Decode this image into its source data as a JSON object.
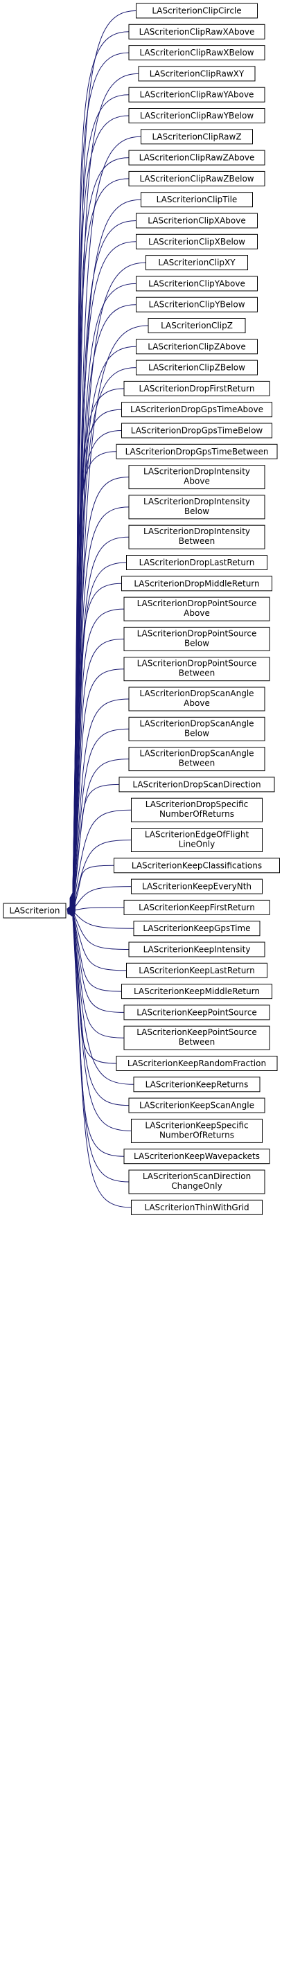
{
  "root": {
    "label": [
      "LAScriterion"
    ]
  },
  "colors": {
    "edge": "#191970",
    "box_border": "#000000",
    "background": "#ffffff"
  },
  "children": [
    {
      "label": [
        "LAScriterionClipCircle"
      ]
    },
    {
      "label": [
        "LAScriterionClipRawXAbove"
      ]
    },
    {
      "label": [
        "LAScriterionClipRawXBelow"
      ]
    },
    {
      "label": [
        "LAScriterionClipRawXY"
      ]
    },
    {
      "label": [
        "LAScriterionClipRawYAbove"
      ]
    },
    {
      "label": [
        "LAScriterionClipRawYBelow"
      ]
    },
    {
      "label": [
        "LAScriterionClipRawZ"
      ]
    },
    {
      "label": [
        "LAScriterionClipRawZAbove"
      ]
    },
    {
      "label": [
        "LAScriterionClipRawZBelow"
      ]
    },
    {
      "label": [
        "LAScriterionClipTile"
      ]
    },
    {
      "label": [
        "LAScriterionClipXAbove"
      ]
    },
    {
      "label": [
        "LAScriterionClipXBelow"
      ]
    },
    {
      "label": [
        "LAScriterionClipXY"
      ]
    },
    {
      "label": [
        "LAScriterionClipYAbove"
      ]
    },
    {
      "label": [
        "LAScriterionClipYBelow"
      ]
    },
    {
      "label": [
        "LAScriterionClipZ"
      ]
    },
    {
      "label": [
        "LAScriterionClipZAbove"
      ]
    },
    {
      "label": [
        "LAScriterionClipZBelow"
      ]
    },
    {
      "label": [
        "LAScriterionDropFirstReturn"
      ]
    },
    {
      "label": [
        "LAScriterionDropGpsTimeAbove"
      ]
    },
    {
      "label": [
        "LAScriterionDropGpsTimeBelow"
      ]
    },
    {
      "label": [
        "LAScriterionDropGpsTimeBetween"
      ]
    },
    {
      "label": [
        "LAScriterionDropIntensity",
        "Above"
      ]
    },
    {
      "label": [
        "LAScriterionDropIntensity",
        "Below"
      ]
    },
    {
      "label": [
        "LAScriterionDropIntensity",
        "Between"
      ]
    },
    {
      "label": [
        "LAScriterionDropLastReturn"
      ]
    },
    {
      "label": [
        "LAScriterionDropMiddleReturn"
      ]
    },
    {
      "label": [
        "LAScriterionDropPointSource",
        "Above"
      ]
    },
    {
      "label": [
        "LAScriterionDropPointSource",
        "Below"
      ]
    },
    {
      "label": [
        "LAScriterionDropPointSource",
        "Between"
      ]
    },
    {
      "label": [
        "LAScriterionDropScanAngle",
        "Above"
      ]
    },
    {
      "label": [
        "LAScriterionDropScanAngle",
        "Below"
      ]
    },
    {
      "label": [
        "LAScriterionDropScanAngle",
        "Between"
      ]
    },
    {
      "label": [
        "LAScriterionDropScanDirection"
      ]
    },
    {
      "label": [
        "LAScriterionDropSpecific",
        "NumberOfReturns"
      ]
    },
    {
      "label": [
        "LAScriterionEdgeOfFlight",
        "LineOnly"
      ]
    },
    {
      "label": [
        "LAScriterionKeepClassifications"
      ]
    },
    {
      "label": [
        "LAScriterionKeepEveryNth"
      ]
    },
    {
      "label": [
        "LAScriterionKeepFirstReturn"
      ]
    },
    {
      "label": [
        "LAScriterionKeepGpsTime"
      ]
    },
    {
      "label": [
        "LAScriterionKeepIntensity"
      ]
    },
    {
      "label": [
        "LAScriterionKeepLastReturn"
      ]
    },
    {
      "label": [
        "LAScriterionKeepMiddleReturn"
      ]
    },
    {
      "label": [
        "LAScriterionKeepPointSource"
      ]
    },
    {
      "label": [
        "LAScriterionKeepPointSource",
        "Between"
      ]
    },
    {
      "label": [
        "LAScriterionKeepRandomFraction"
      ]
    },
    {
      "label": [
        "LAScriterionKeepReturns"
      ]
    },
    {
      "label": [
        "LAScriterionKeepScanAngle"
      ]
    },
    {
      "label": [
        "LAScriterionKeepSpecific",
        "NumberOfReturns"
      ]
    },
    {
      "label": [
        "LAScriterionKeepWavepackets"
      ]
    },
    {
      "label": [
        "LAScriterionScanDirection",
        "ChangeOnly"
      ]
    },
    {
      "label": [
        "LAScriterionThinWithGrid"
      ]
    }
  ]
}
